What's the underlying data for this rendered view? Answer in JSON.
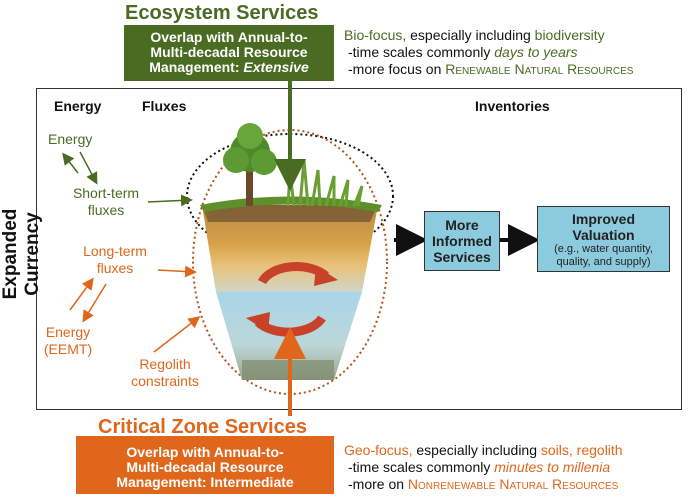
{
  "eco": {
    "title": "Ecosystem Services",
    "box_line1": "Overlap with Annual-to-",
    "box_line2": "Multi-decadal Resource",
    "box_line3_prefix": "Management: ",
    "box_line3_emph": "Extensive",
    "focus_prefix": "Bio-focus,",
    "focus_mid": " especially including ",
    "focus_key": "biodiversity",
    "time_prefix": "-time scales commonly ",
    "time_value": "days to years",
    "more_prefix": "-more focus on ",
    "more_value": "Renewable Natural Resources"
  },
  "cz": {
    "title": "Critical Zone Services",
    "box_line1": "Overlap with Annual-to-",
    "box_line2": "Multi-decadal Resource",
    "box_line3": "Management: Intermediate",
    "focus_prefix": "Geo-focus,",
    "focus_mid": " especially including ",
    "focus_key": "soils, regolith",
    "time_prefix": "-time scales commonly ",
    "time_value": "minutes to millenia",
    "more_prefix": "-more on ",
    "more_value": "Nonrenewable Natural Resources"
  },
  "frame": {
    "side_label": "Expanded Currency",
    "col_energy": "Energy",
    "col_fluxes": "Fluxes",
    "col_inventories": "Inventories",
    "energy_top": "Energy",
    "short_term_1": "Short-term",
    "short_term_2": "fluxes",
    "long_term_1": "Long-term",
    "long_term_2": "fluxes",
    "energy_eemt_1": "Energy",
    "energy_eemt_2": "(EEMT)",
    "regolith_1": "Regolith",
    "regolith_2": "constraints",
    "more_informed_1": "More",
    "more_informed_2": "Informed",
    "more_informed_3": "Services",
    "improved_1": "Improved",
    "improved_2": "Valuation",
    "improved_3": "(e.g., water quantity,",
    "improved_4": "quality, and supply)"
  },
  "colors": {
    "eco_green": "#4a6b22",
    "cz_orange": "#e0661b",
    "box_blue": "#8ccbdd"
  }
}
